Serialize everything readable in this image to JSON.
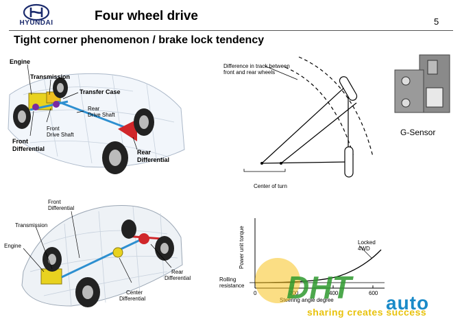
{
  "header": {
    "logo_text": "HYUNDAI",
    "title": "Four wheel drive",
    "page_number": "5"
  },
  "subtitle": "Tight corner phenomenon /  brake lock tendency",
  "figure_top_left": {
    "labels": {
      "engine": "Engine",
      "transmission": "Transmission",
      "transfer_case": "Transfer Case",
      "rear_drive_shaft_1": "Rear",
      "rear_drive_shaft_2": "Drive Shaft",
      "front_drive_shaft_1": "Front",
      "front_drive_shaft_2": "Drive Shaft",
      "front_differential_1": "Front",
      "front_differential_2": "Differential",
      "rear_differential_1": "Rear",
      "rear_differential_2": "Differential"
    }
  },
  "figure_top_middle": {
    "labels": {
      "track_diff_1": "Difference in track between",
      "track_diff_2": "front and rear wheels",
      "center_of_turn": "Center of turn"
    }
  },
  "figure_top_right": {
    "label": "G-Sensor"
  },
  "figure_bottom_left": {
    "labels": {
      "front_differential_1": "Front",
      "front_differential_2": "Differential",
      "transmission": "Transmission",
      "engine": "Engine",
      "rear_differential_1": "Rear",
      "rear_differential_2": "Differential",
      "center_differential_1": "Center",
      "center_differential_2": "Differential"
    }
  },
  "figure_bottom_middle": {
    "labels": {
      "y_axis": "Power unit torque",
      "curve": "Locked 4WD",
      "rolling_1": "Rolling",
      "rolling_2": "resistance",
      "x_tick_0": "0",
      "x_tick_200": "200",
      "x_tick_400": "400",
      "x_tick_600": "600",
      "x_axis": "Steering angle degree"
    }
  },
  "watermark": {
    "dht": "DHT",
    "brand": "auto",
    "tagline": "sharing creates success"
  }
}
